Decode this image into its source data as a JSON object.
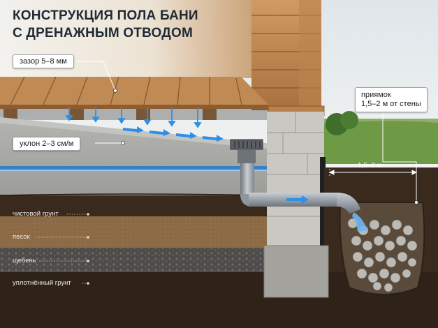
{
  "title": {
    "line1": "КОНСТРУКЦИЯ ПОЛА БАНИ",
    "line2": "С ДРЕНАЖНЫМ ОТВОДОМ"
  },
  "callouts": {
    "gap": "зазор 5–8 мм",
    "slope": "уклон 2–3 см/м",
    "pit_line1": "приямок",
    "pit_line2": "1,5–2 м от стены"
  },
  "dimension": {
    "distance": "1,5–2 м"
  },
  "layers": [
    {
      "label": "чистовой грунт"
    },
    {
      "label": "песок"
    },
    {
      "label": "щебень"
    },
    {
      "label": "уплотнённый грунт"
    }
  ],
  "colors": {
    "title": "#1f2a36",
    "water_arrow": "#2f8fe6",
    "wood": "#b9814a",
    "concrete": "#a9a9a5",
    "topsoil": "#3a2a1e",
    "sand": "#8c6a45",
    "gravel": "#4d4c4a",
    "compacted_soil": "#2e2219",
    "pipe": "#9aa1a8",
    "grass": "#5c8f3a",
    "sky": "#e9eef2"
  },
  "icons": {
    "drain": "floor-drain-grate-icon",
    "flow": "water-flow-arrow-icon",
    "pipe": "drain-pipe-icon"
  }
}
